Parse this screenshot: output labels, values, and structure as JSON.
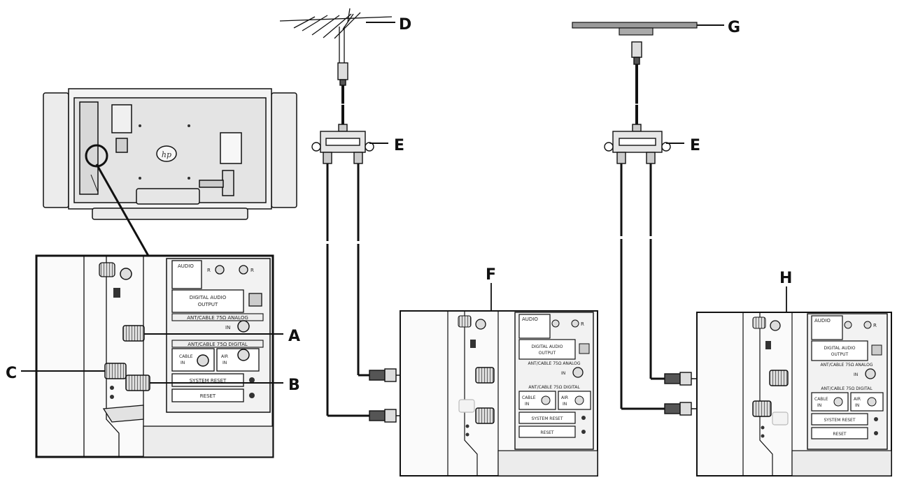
{
  "callouts": {
    "a": "A",
    "b": "B",
    "c": "C",
    "d": "D",
    "e1": "E",
    "e2": "E",
    "f": "F",
    "g": "G",
    "h": "H"
  },
  "panel": {
    "audio": "AUDIO",
    "r": "R",
    "digital_audio_output_1": "DIGITAL AUDIO",
    "digital_audio_output_2": "OUTPUT",
    "ant_cable_analog": "ANT/CABLE 75Ω ANALOG",
    "in": "IN",
    "ant_cable_digital": "ANT/CABLE 75Ω DIGITAL",
    "cable_in_1": "CABLE",
    "cable_in_2": "IN",
    "air_in_1": "AIR",
    "air_in_2": "IN",
    "system_reset": "SYSTEM RESET",
    "reset": "RESET"
  },
  "colors": {
    "line": "#111111",
    "panel_fill": "#f4f4f4",
    "tv_fill": "#e8e8e8",
    "dish_gray": "#9a9a9a"
  }
}
